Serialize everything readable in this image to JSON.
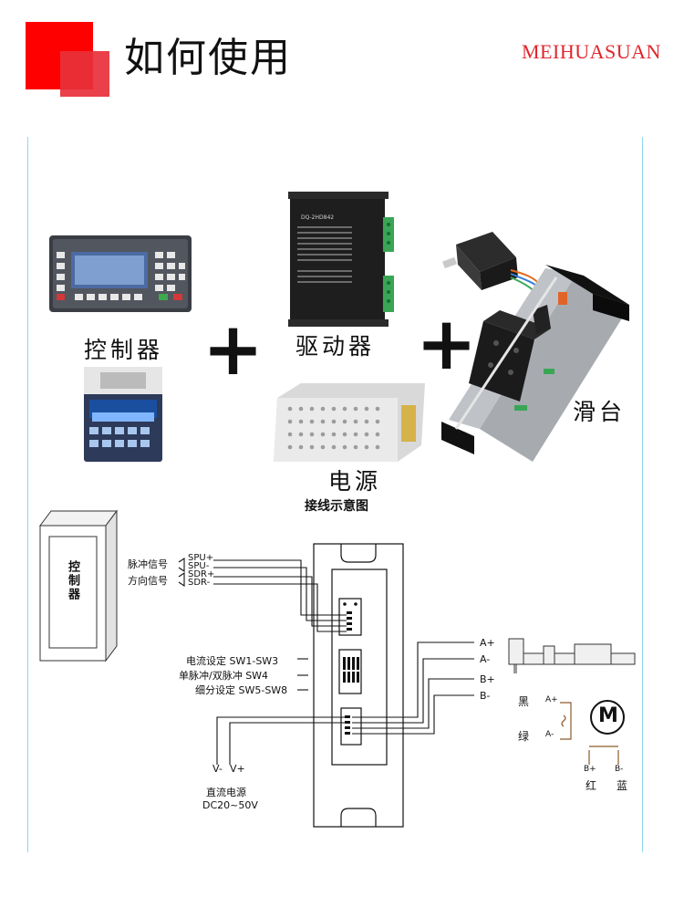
{
  "header": {
    "title": "如何使用",
    "brand": "MEIHUASUAN"
  },
  "products": {
    "controller_label": "控制器",
    "driver_label": "驱动器",
    "power_label": "电源",
    "slide_label": "滑台",
    "driver_model_text": "DQ-2HD842",
    "plus_sign": "+"
  },
  "wiring": {
    "title": "接线示意图",
    "controller_box_label": "控制器",
    "pulse_signal": "脉冲信号",
    "direction_signal": "方向信号",
    "pins_left": [
      "SPU+",
      "SPU-",
      "SDR+",
      "SDR-"
    ],
    "current_setting": "电流设定  SW1-SW3",
    "pulse_mode": "单脉冲/双脉冲  SW4",
    "microstep": "细分设定  SW5-SW8",
    "power_pins": [
      "V-",
      "V+"
    ],
    "dc_label": "直流电源",
    "dc_range": "DC20~50V",
    "motor_pins": [
      "A+",
      "A-",
      "B+",
      "B-"
    ],
    "wire_black": "黑",
    "wire_green": "绿",
    "wire_red": "红",
    "wire_blue": "蓝",
    "coil_a_plus": "A+",
    "coil_a_minus": "A-",
    "coil_b_plus": "B+",
    "coil_b_minus": "B-",
    "motor_symbol": "M"
  },
  "colors": {
    "accent": "#ff0000",
    "brand": "#e0262c",
    "frame": "#8fd6f0",
    "terminal_green": "#3aa655"
  }
}
